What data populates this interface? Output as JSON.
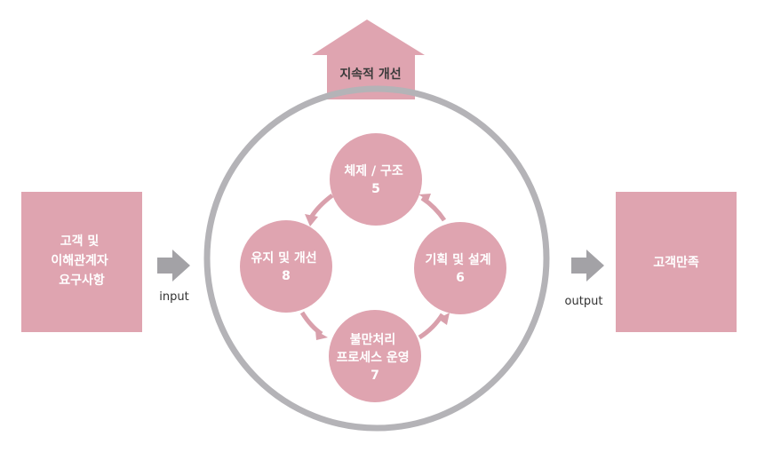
{
  "colors": {
    "pink": "#dfa4b0",
    "ring": "#b4b3b7",
    "connector": "#d9a0ac",
    "io_arrow": "#a3a2a6",
    "text_light": "#ffffff",
    "text_dark": "#333333"
  },
  "left_box": {
    "lines": [
      "고객 및",
      "이해관계자",
      "요구사항"
    ]
  },
  "right_box": {
    "lines": [
      "고객만족"
    ]
  },
  "input_label": "input",
  "output_label": "output",
  "top_arrow": {
    "label": "지속적 개선"
  },
  "nodes": {
    "top": {
      "lines": [
        "체제 / 구조",
        "5"
      ]
    },
    "right": {
      "lines": [
        "기획 및 설계",
        "6"
      ]
    },
    "bottom": {
      "lines": [
        "불만처리",
        "프로세스 운영",
        "7"
      ]
    },
    "left": {
      "lines": [
        "유지 및 개선",
        "8"
      ]
    }
  }
}
